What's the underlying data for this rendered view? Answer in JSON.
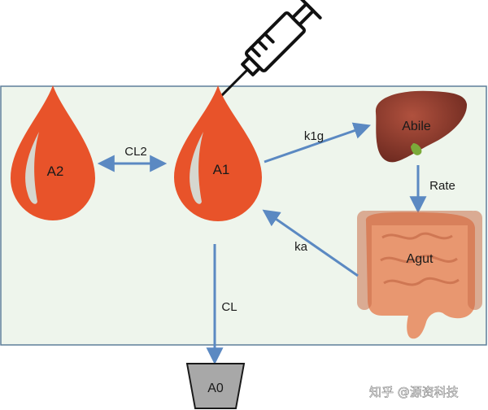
{
  "compartments": {
    "a2": "A2",
    "a1": "A1",
    "abile": "Abile",
    "agut": "Agut",
    "a0": "A0"
  },
  "flows": {
    "cl2": "CL2",
    "k1g": "k1g",
    "rate": "Rate",
    "ka": "ka",
    "cl": "CL"
  },
  "watermark": "知乎 @源资科技",
  "colors": {
    "panel_fill": "#EEF5EC",
    "panel_border": "#5E7F9A",
    "drop_fill": "#E8532A",
    "drop_shine": "#D6D7CF",
    "arrow": "#5B89C2",
    "liver": "#8B3A2C",
    "intestine": "#E89770",
    "beaker": "#A8A8A8"
  },
  "icons": {
    "injection": "syringe-icon",
    "liver": "liver-icon",
    "gut": "intestine-icon"
  }
}
